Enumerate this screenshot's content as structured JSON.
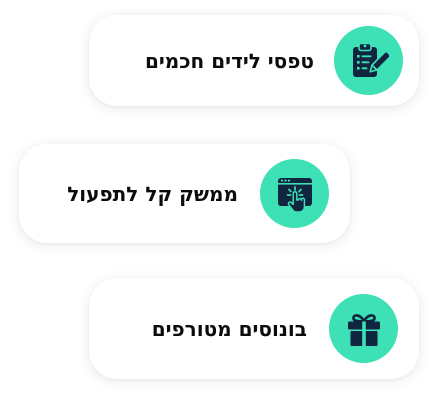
{
  "colors": {
    "icon_bg": "#3ee0b6",
    "icon_fg": "#0f2540",
    "card_bg": "#ffffff",
    "text": "#0c0c0c"
  },
  "features": [
    {
      "label": "טפסי לידים חכמים",
      "icon": "clipboard-pen-icon"
    },
    {
      "label": "ממשק קל לתפעול",
      "icon": "browser-click-icon"
    },
    {
      "label": "בונוסים מטורפים",
      "icon": "gift-icon"
    }
  ]
}
